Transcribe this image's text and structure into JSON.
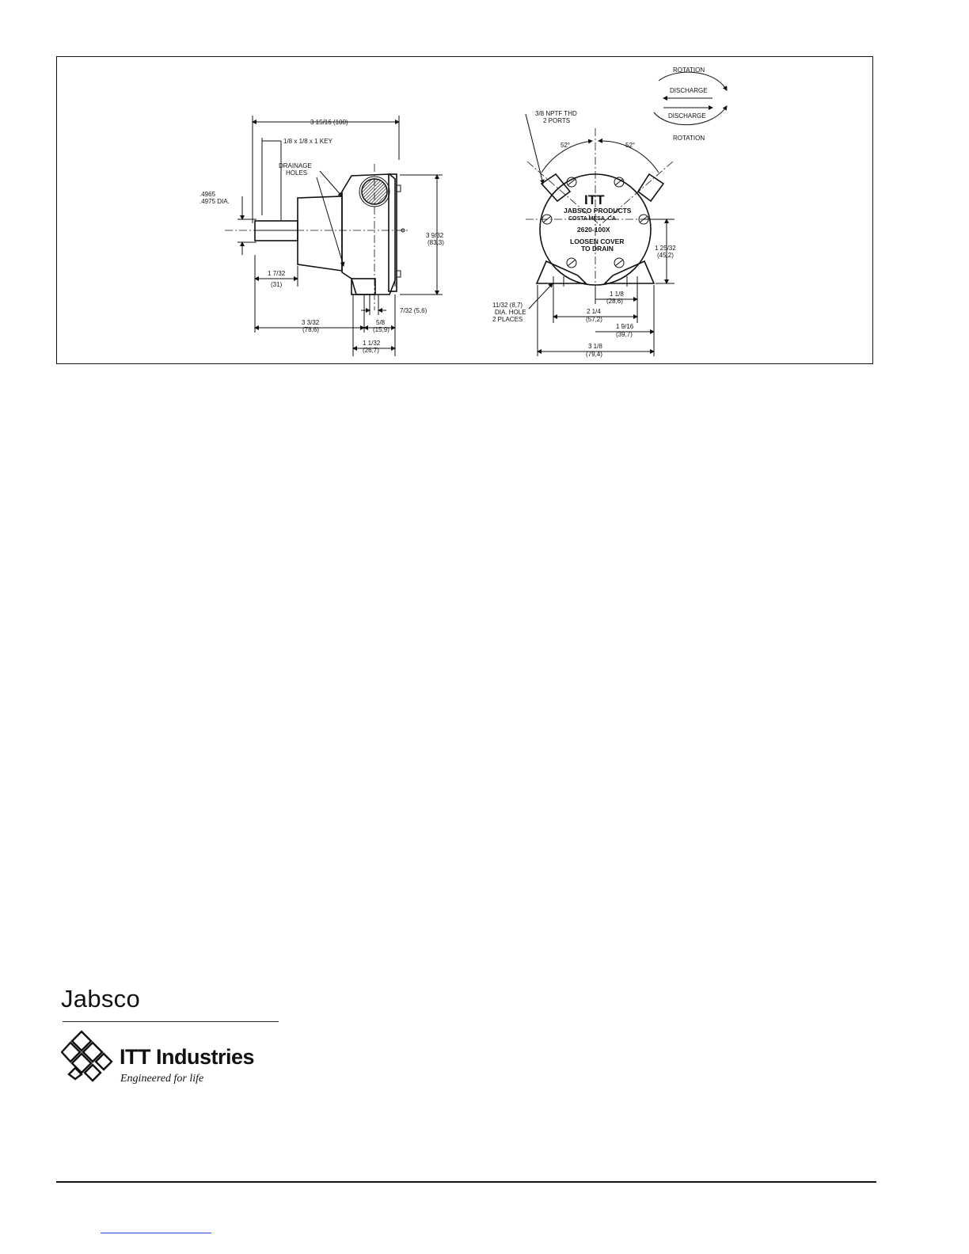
{
  "side_view": {
    "overall_length": "3 15/16 (100)",
    "key": "1/8 x 1/8 x 1 KEY",
    "drainage_line1": "DRAINAGE",
    "drainage_line2": "HOLES",
    "shaft_dia_line1": ".4965",
    "shaft_dia_line2": ".4975 DIA.",
    "height_in": "3 9/32",
    "height_mm": "(83,3)",
    "shaft_ext_in": "1 7/32",
    "shaft_ext_mm": "(31)",
    "flange": "7/32  (5,6)",
    "body_len_in": "3 3/32",
    "body_len_mm": "(78,6)",
    "foot_in": "5/8",
    "foot_mm": "(15,9)",
    "base_in": "1 1/32",
    "base_mm": "(26,7)"
  },
  "front_view": {
    "ports_line1": "3/8 NPTF THD",
    "ports_line2": "2 PORTS",
    "angle_left": "52°",
    "angle_right": "52°",
    "plate_logo": "ITT",
    "plate_line1": "JABSCO PRODUCTS",
    "plate_line2": "COSTA MESA, CA",
    "model": "2620-100X",
    "cover_line1": "LOOSEN COVER",
    "cover_line2": "TO DRAIN",
    "center_height_in": "1 25/32",
    "center_height_mm": "(45,2)",
    "hole_line1": "11/32 (8,7)",
    "hole_line2": "DIA. HOLE",
    "hole_line3": "2 PLACES",
    "half_in": "1 1/8",
    "half_mm": "(28,6)",
    "hole_span_in": "2 1/4",
    "hole_span_mm": "(57,2)",
    "offset_in": "1 9/16",
    "offset_mm": "(39,7)",
    "width_in": "3 1/8",
    "width_mm": "(79,4)"
  },
  "rotation_legend": {
    "top": "ROTATION",
    "discharge_top": "DISCHARGE",
    "discharge_bottom": "DISCHARGE",
    "bottom": "ROTATION"
  },
  "brand": {
    "name": "Jabsco",
    "company": "ITT Industries",
    "tagline": "Engineered for life"
  }
}
